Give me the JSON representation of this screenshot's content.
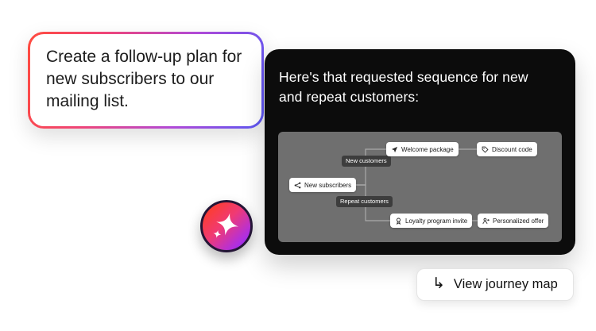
{
  "user_bubble": {
    "text": "Create a follow-up plan for new subscribers to our mailing list."
  },
  "assistant_card": {
    "heading": "Here's that requested sequence for new and repeat customers:",
    "flow": {
      "root": {
        "label": "New subscribers",
        "icon": "share-icon"
      },
      "branches": [
        {
          "label": "New customers",
          "nodes": [
            {
              "label": "Welcome package",
              "icon": "send-icon"
            },
            {
              "label": "Discount code",
              "icon": "tag-icon"
            }
          ]
        },
        {
          "label": "Repeat customers",
          "nodes": [
            {
              "label": "Loyalty program invite",
              "icon": "award-icon"
            },
            {
              "label": "Personalized offer",
              "icon": "user-arrow-icon"
            }
          ]
        }
      ]
    }
  },
  "footer": {
    "view_journey_map_label": "View journey map",
    "view_journey_map_icon": "↳"
  },
  "colors": {
    "bubble_gradient_start": "#ff4b3e",
    "bubble_gradient_mid": "#b04ad8",
    "bubble_gradient_end": "#5a57f2",
    "card_background": "#0c0c0c",
    "flow_panel_background": "#6f6f6f",
    "branch_label_background": "#3d3d3d",
    "badge_gradient": [
      "#ff3d1f",
      "#f03a74",
      "#7b2ff7"
    ]
  }
}
